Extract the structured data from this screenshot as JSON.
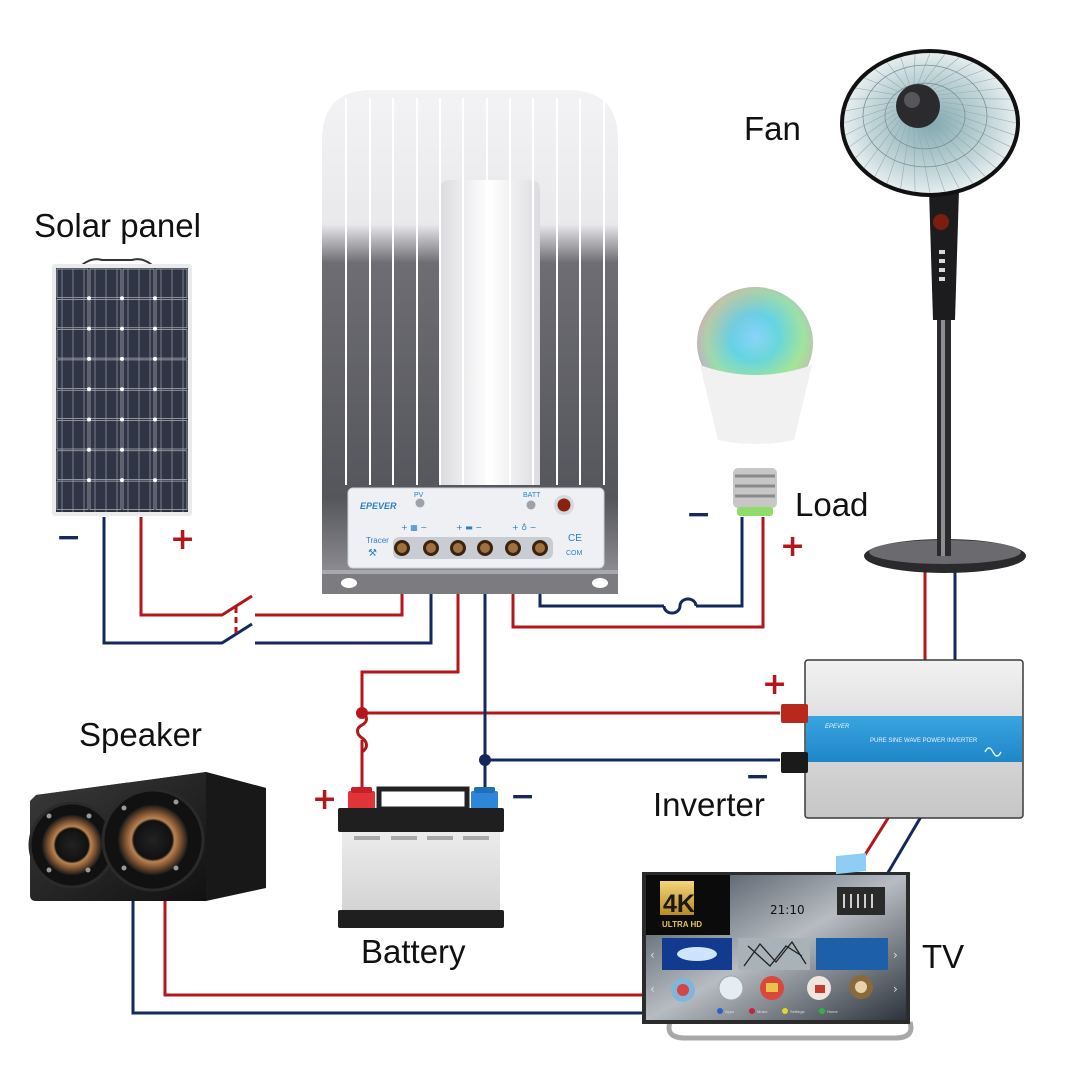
{
  "diagram": {
    "title": "Solar charge controller wiring diagram",
    "colors": {
      "positive_wire": "#b3161b",
      "negative_wire": "#13295c",
      "controller_body": "#e6e6e8",
      "inverter_band": "#2a95d6",
      "battery_positive": "#e0343a",
      "battery_negative": "#2f86d8"
    },
    "components": {
      "solar_panel": {
        "label": "Solar panel",
        "neg_sign": "−",
        "pos_sign": "+"
      },
      "controller": {
        "brand": "EPEVER",
        "model": "Tracer",
        "indicators": [
          "PV",
          "BATT"
        ],
        "terminal_groups": [
          {
            "name": "PV",
            "icon": "solar-panel-icon",
            "signs": [
              "+",
              "−"
            ]
          },
          {
            "name": "Battery",
            "icon": "battery-icon",
            "signs": [
              "+",
              "−"
            ]
          },
          {
            "name": "Load",
            "icon": "bulb-icon",
            "signs": [
              "+",
              "−"
            ]
          }
        ],
        "ce_mark": "CE",
        "com_label": "COM"
      },
      "load": {
        "label": "Load",
        "neg_sign": "−",
        "pos_sign": "+"
      },
      "fan": {
        "label": "Fan"
      },
      "speaker": {
        "label": "Speaker"
      },
      "battery": {
        "label": "Battery",
        "pos_sign": "+",
        "neg_sign": "−"
      },
      "inverter": {
        "label": "Inverter",
        "pos_sign": "+",
        "neg_sign": "−",
        "band_text": "PURE SINE WAVE POWER INVERTER",
        "brand": "EPEVER"
      },
      "tv": {
        "label": "TV",
        "badge_big": "4K",
        "badge_small": "ULTRA HD",
        "clock": "21:10",
        "legend": [
          "Apps",
          "Music",
          "Settings",
          "Home"
        ]
      }
    },
    "connections": [
      {
        "from": "Solar panel +",
        "to": "Controller PV +",
        "via": "double-pole switch",
        "polarity": "positive"
      },
      {
        "from": "Solar panel −",
        "to": "Controller PV −",
        "via": "double-pole switch",
        "polarity": "negative"
      },
      {
        "from": "Controller BATT +",
        "to": "Battery +",
        "via": "fuse",
        "polarity": "positive"
      },
      {
        "from": "Controller BATT −",
        "to": "Battery −",
        "polarity": "negative"
      },
      {
        "from": "Controller LOAD +",
        "to": "Load +",
        "polarity": "positive"
      },
      {
        "from": "Controller LOAD −",
        "to": "Load −",
        "via": "fuse",
        "polarity": "negative"
      },
      {
        "from": "Battery +",
        "to": "Inverter +",
        "polarity": "positive"
      },
      {
        "from": "Battery −",
        "to": "Inverter −",
        "polarity": "negative"
      },
      {
        "from": "Inverter",
        "to": "Fan",
        "polarity": "AC"
      },
      {
        "from": "Inverter",
        "to": "TV",
        "polarity": "AC"
      },
      {
        "from": "TV",
        "to": "Speaker",
        "polarity": "AC"
      }
    ]
  }
}
